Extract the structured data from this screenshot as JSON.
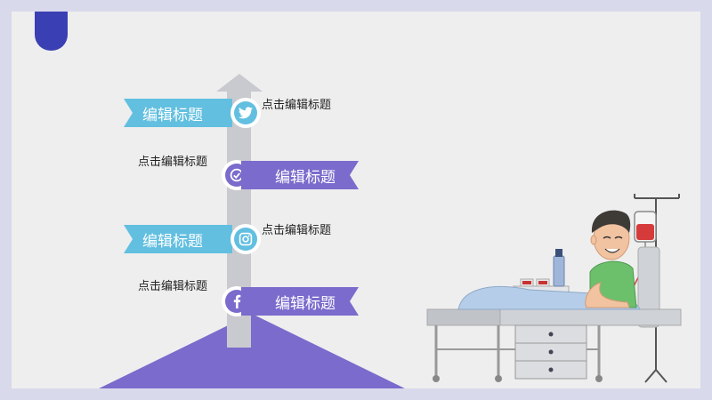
{
  "timeline": {
    "items": [
      {
        "title": "编辑标题",
        "caption": "点击编辑标题",
        "icon": "twitter-icon",
        "color": "#62bfe0"
      },
      {
        "title": "编辑标题",
        "caption": "点击编辑标题",
        "icon": "check-circle-icon",
        "color": "#7a6bcc"
      },
      {
        "title": "编辑标题",
        "caption": "点击编辑标题",
        "icon": "instagram-icon",
        "color": "#62bfe0"
      },
      {
        "title": "编辑标题",
        "caption": "点击编辑标题",
        "icon": "facebook-icon",
        "color": "#7a6bcc"
      }
    ]
  },
  "colors": {
    "accent_blue": "#62bfe0",
    "accent_purple": "#7a6bcc",
    "corner_tab": "#3b3fb4",
    "background": "#eeeeef"
  },
  "illustration": {
    "subject": "patient-in-hospital-bed-icon"
  }
}
